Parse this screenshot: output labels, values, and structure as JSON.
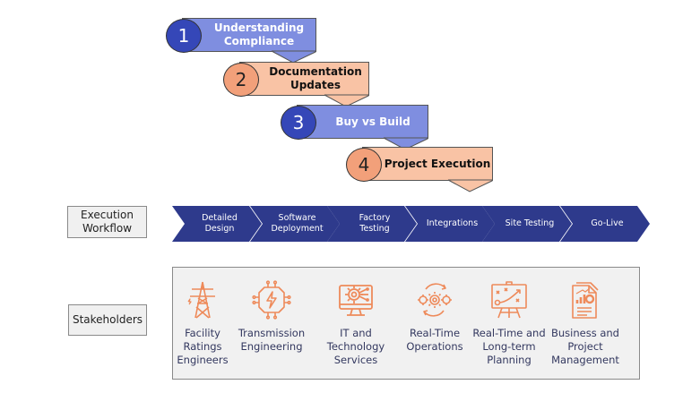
{
  "phases": [
    {
      "number": "1",
      "label": "Understanding Compliance",
      "label_lines": [
        "Understanding",
        "Compliance"
      ],
      "color": "blue"
    },
    {
      "number": "2",
      "label": "Documentation Updates",
      "label_lines": [
        "Documentation",
        "Updates"
      ],
      "color": "orange"
    },
    {
      "number": "3",
      "label": "Buy vs Build",
      "label_lines": [
        "Buy vs Build"
      ],
      "color": "blue"
    },
    {
      "number": "4",
      "label": "Project Execution",
      "label_lines": [
        "Project Execution"
      ],
      "color": "orange"
    }
  ],
  "execution_workflow": {
    "label_lines": [
      "Execution",
      "Workflow"
    ],
    "steps": [
      {
        "lines": [
          "Detailed",
          "Design"
        ]
      },
      {
        "lines": [
          "Software",
          "Deployment"
        ]
      },
      {
        "lines": [
          "Factory",
          "Testing"
        ]
      },
      {
        "lines": [
          "Integrations"
        ]
      },
      {
        "lines": [
          "Site Testing"
        ]
      },
      {
        "lines": [
          "Go-Live"
        ]
      }
    ]
  },
  "stakeholders": {
    "label": "Stakeholders",
    "items": [
      {
        "icon": "transmission-tower-icon",
        "lines": [
          "Facility",
          "Ratings",
          "Engineers"
        ]
      },
      {
        "icon": "lightning-chip-icon",
        "lines": [
          "Transmission",
          "Engineering"
        ]
      },
      {
        "icon": "computer-gear-icon",
        "lines": [
          "IT and",
          "Technology",
          "Services"
        ]
      },
      {
        "icon": "gears-cycle-icon",
        "lines": [
          "Real-Time",
          "Operations"
        ]
      },
      {
        "icon": "strategy-board-icon",
        "lines": [
          "Real-Time and",
          "Long-term",
          "Planning"
        ]
      },
      {
        "icon": "report-document-icon",
        "lines": [
          "Business and",
          "Project",
          "Management"
        ]
      }
    ]
  },
  "colors": {
    "phase_blue_bar": "#7f8ee0",
    "phase_blue_circle": "#3547b8",
    "phase_orange_bar": "#f9c3a5",
    "phase_orange_circle": "#f2a07a",
    "chevron": "#2e3a8c",
    "icon_orange": "#ee8a5a",
    "stakeholder_text": "#33385f"
  }
}
